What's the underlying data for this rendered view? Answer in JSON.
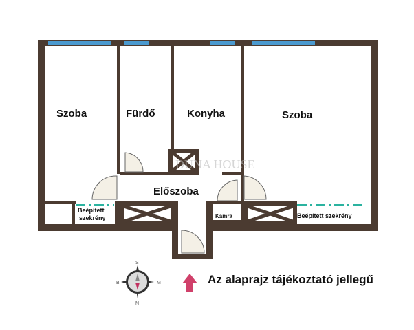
{
  "rooms": {
    "room_left": "Szoba",
    "bathroom": "Fürdő",
    "kitchen": "Konyha",
    "room_right": "Szoba",
    "hall": "Előszoba",
    "pantry": "Kamra",
    "closet_left_1": "Beépített",
    "closet_left_2": "szekrény",
    "closet_right": "Beépített szekrény"
  },
  "watermark": "DUNA HOUSE",
  "compass": {
    "top": "S",
    "left": "B",
    "right": "M",
    "bottom": "N"
  },
  "note": "Az alaprajz tájékoztató jellegű",
  "colors": {
    "wall": "#4b3b31",
    "window": "#4a9ad0",
    "door": "#f4f0e6",
    "closet_line": "#2bb3a0",
    "arrow": "#d0406a"
  }
}
